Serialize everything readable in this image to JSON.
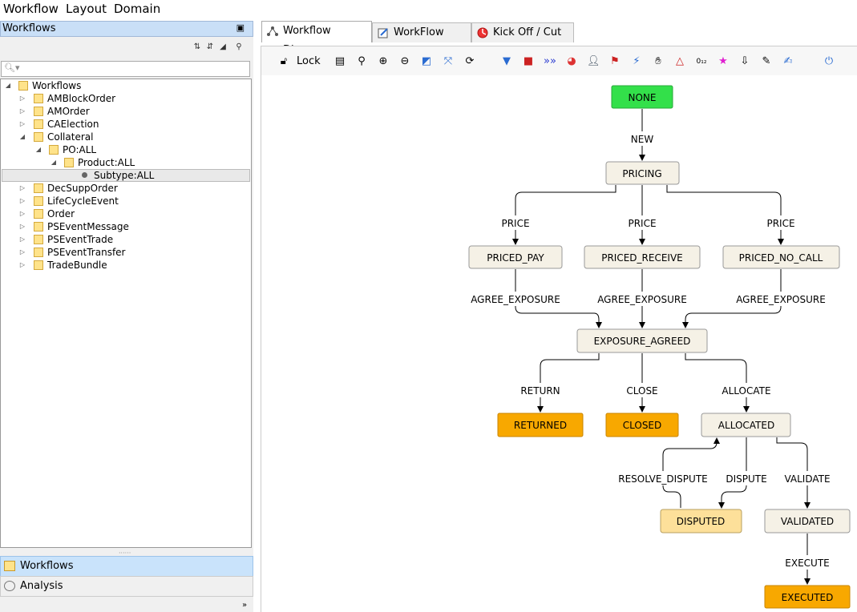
{
  "menu": {
    "workflow": "Workflow",
    "layout": "Layout",
    "domain": "Domain"
  },
  "left_panel": {
    "title": "Workflows",
    "tree": {
      "root": "Workflows",
      "items": [
        "AMBlockOrder",
        "AMOrder",
        "CAElection",
        "Collateral",
        "DecSuppOrder",
        "LifeCycleEvent",
        "Order",
        "PSEventMessage",
        "PSEventTrade",
        "PSEventTransfer",
        "TradeBundle"
      ],
      "collateral_children": {
        "po": "PO:ALL",
        "product": "Product:ALL",
        "subtype": "Subtype:ALL"
      }
    },
    "bottom_tabs": {
      "workflows": "Workflows",
      "analysis": "Analysis"
    }
  },
  "tabs": {
    "diagram": "Workflow Diagram",
    "table": "WorkFlow Table",
    "kickoff": "Kick Off / Cut Off"
  },
  "toolbar": {
    "lock": "Lock"
  },
  "diagram": {
    "colors": {
      "green": "#33e04a",
      "orange": "#f8a800",
      "light_orange": "#fde09a",
      "neutral": "#f5f1e6",
      "border": "#999999"
    },
    "nodes": {
      "none": "NONE",
      "pricing": "PRICING",
      "priced_pay": "PRICED_PAY",
      "priced_receive": "PRICED_RECEIVE",
      "priced_no_call": "PRICED_NO_CALL",
      "exposure_agreed": "EXPOSURE_AGREED",
      "returned": "RETURNED",
      "closed": "CLOSED",
      "allocated": "ALLOCATED",
      "disputed": "DISPUTED",
      "validated": "VALIDATED",
      "executed": "EXECUTED"
    },
    "edges": {
      "new": "NEW",
      "price": "PRICE",
      "agree_exposure": "AGREE_EXPOSURE",
      "return": "RETURN",
      "close": "CLOSE",
      "allocate": "ALLOCATE",
      "resolve_dispute": "RESOLVE_DISPUTE",
      "dispute": "DISPUTE",
      "validate": "VALIDATE",
      "execute": "EXECUTE"
    }
  }
}
